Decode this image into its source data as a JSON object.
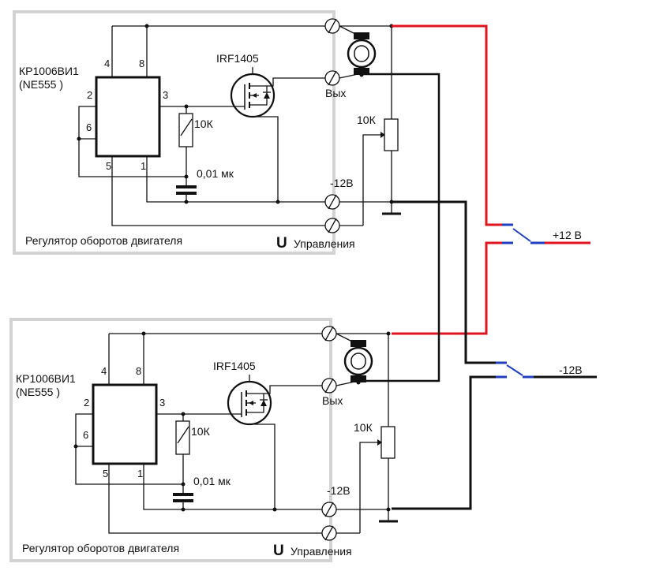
{
  "colors": {
    "frame": "#d3d3d3",
    "wire": "#111111",
    "positive_wire": "#e0141e",
    "negative_wire": "#111111",
    "switch": "#1f3fbf"
  },
  "modules": [
    {
      "chip_name": "КР1006ВИ1",
      "chip_alt": "(NE555 )",
      "pins": {
        "p4": "4",
        "p8": "8",
        "p2": "2",
        "p6": "6",
        "p3": "3",
        "p5": "5",
        "p1": "1"
      },
      "mosfet": "IRF1405",
      "resistor": "10К",
      "capacitor": "0,01 мк",
      "pot": "10К",
      "out_label": "Вых",
      "minus_label": "-12В",
      "title": "Регулятор оборотов двигателя",
      "u_symbol": "U",
      "u_label": "Управления"
    },
    {
      "chip_name": "КР1006ВИ1",
      "chip_alt": "(NE555 )",
      "pins": {
        "p4": "4",
        "p8": "8",
        "p2": "2",
        "p6": "6",
        "p3": "3",
        "p5": "5",
        "p1": "1"
      },
      "mosfet": "IRF1405",
      "resistor": "10К",
      "capacitor": "0,01 мк",
      "pot": "10К",
      "out_label": "Вых",
      "minus_label": "-12В",
      "title": "Регулятор оборотов двигателя",
      "u_symbol": "U",
      "u_label": "Управления"
    }
  ],
  "supply": {
    "plus_label": "+12 В",
    "minus_label": "-12В"
  }
}
